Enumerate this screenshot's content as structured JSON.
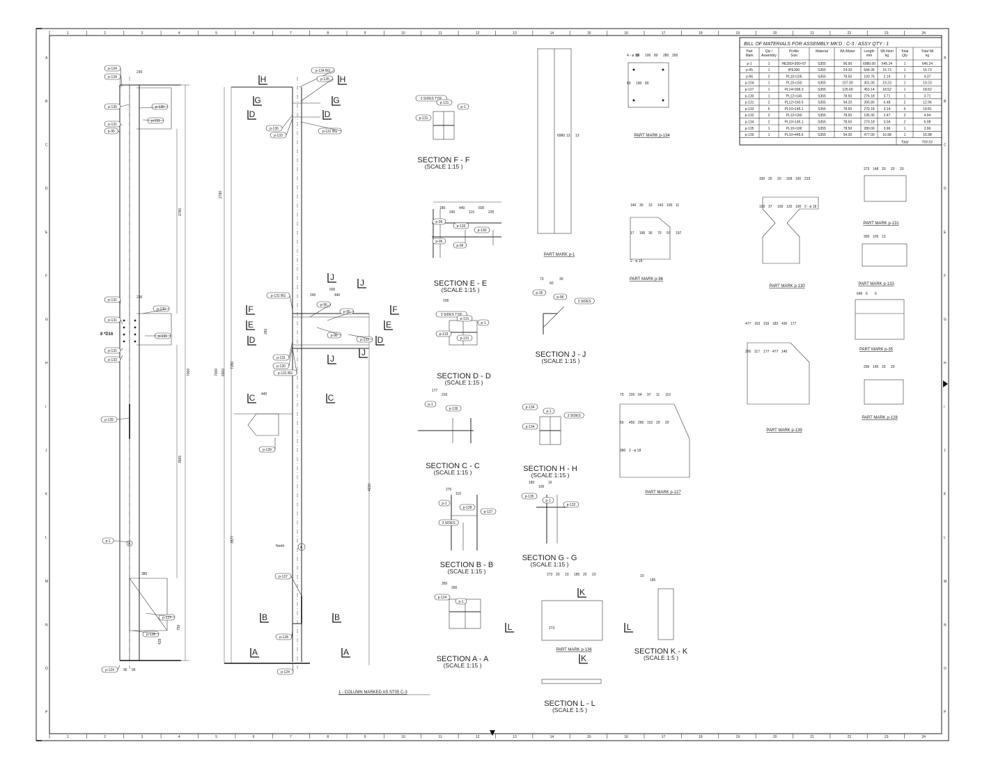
{
  "drawing": {
    "title_note": "1    - COLUMN    MARKED AS ST05 C-3",
    "col_numbers": [
      "1",
      "2",
      "3",
      "4",
      "5",
      "6",
      "7",
      "8",
      "9",
      "10",
      "11",
      "12",
      "13",
      "14",
      "15",
      "16",
      "17",
      "18",
      "19",
      "20",
      "21",
      "22",
      "23",
      "24"
    ],
    "row_letters": [
      "A",
      "B",
      "C",
      "D",
      "E",
      "F",
      "G",
      "H",
      "I",
      "J",
      "K",
      "L",
      "M",
      "N",
      "O",
      "P"
    ]
  },
  "bom": {
    "title": "BILL OF MATERIALS FOR ASSEMBLY MK'D : C-3   :   ASSY QTY : 1",
    "headers": [
      "Part Mark",
      "Qty / Assembly",
      "Profile Size",
      "Material",
      "Wt./Meter",
      "Length mm",
      "Wt./Item kg",
      "Total Qty",
      "Total Wt kg"
    ],
    "rows": [
      [
        "p-1",
        "1",
        "HE350×300×97",
        "S355",
        "96.90",
        "6980.00",
        "645.24",
        "1",
        "645.24"
      ],
      [
        "p-95",
        "1",
        "IPE300",
        "S355",
        "24.30",
        "644.35",
        "15.73",
        "1",
        "15.73"
      ],
      [
        "p-96",
        "2",
        "PL10×105",
        "S355",
        "78.50",
        "100.76",
        "2.19",
        "2",
        "4.37"
      ],
      [
        "p-104",
        "1",
        "PL15×150",
        "S355",
        "157.00",
        "301.00",
        "19.23",
        "1",
        "19.23"
      ],
      [
        "p-127",
        "1",
        "PL14×396.3",
        "S355",
        "125.60",
        "453.14",
        "18.52",
        "1",
        "18.52"
      ],
      [
        "p-130",
        "1",
        "PL12×145",
        "S355",
        "78.50",
        "276.18",
        "3.71",
        "1",
        "3.71"
      ],
      [
        "p-131",
        "2",
        "PL12×160.5",
        "S355",
        "94.20",
        "305.80",
        "6.48",
        "2",
        "12.96"
      ],
      [
        "p-133",
        "6",
        "PL10×145.1",
        "S355",
        "78.50",
        "270.18",
        "3.14",
        "6",
        "18.81"
      ],
      [
        "p-132",
        "2",
        "PL12×160",
        "S355",
        "78.50",
        "195.30",
        "2.47",
        "2",
        "4.94"
      ],
      [
        "p-134",
        "2",
        "PL10×145.1",
        "S355",
        "78.50",
        "270.18",
        "3.04",
        "2",
        "6.08"
      ],
      [
        "p-135",
        "1",
        "PL10×100",
        "S355",
        "78.50",
        "280.00",
        "3.96",
        "1",
        "3.96"
      ],
      [
        "p-139",
        "1",
        "PL10×445.6",
        "S355",
        "54.30",
        "477.00",
        "16.98",
        "1",
        "16.98"
      ]
    ],
    "total_label": "Total",
    "total_value": "769.53"
  },
  "views": {
    "left_elev": {
      "dims": [
        "230",
        "95",
        "2780",
        "7000",
        "3565",
        "236",
        "95",
        "95",
        "429",
        "380",
        "750"
      ],
      "tags": [
        "p-134",
        "p-134",
        "p-135",
        "p-130",
        "p-131",
        "p-131",
        "p-95",
        "p-131",
        "p-130",
        "p-131",
        "p-131",
        "p-133",
        "p-131",
        "p-139",
        "p-1",
        "p-127",
        "p-128",
        "p-124"
      ],
      "bolt_note": "8 *D16"
    },
    "mid_elev": {
      "dims": [
        "2780",
        "7000",
        "6960",
        "7150",
        "3577",
        "4230",
        "445",
        "245",
        "440",
        "600",
        "260"
      ],
      "tags": [
        "p-134 BG",
        "p-135",
        "p-131 BG",
        "p-136",
        "p-133",
        "p-131 BG",
        "p-96",
        "p-95",
        "p-96",
        "p-133",
        "p-131",
        "p-130",
        "p-131 BG",
        "p-139",
        "p-137",
        "p-128",
        "p-124"
      ],
      "north_label": "North",
      "grid_label": "A"
    },
    "sections": [
      {
        "title": "SECTION F - F",
        "scale": "(SCALE 1:15 )",
        "tags": [
          "3 SIDES TYP.",
          "p-131",
          "p-1",
          "p-131"
        ]
      },
      {
        "title": "SECTION E - E",
        "scale": "(SCALE 1:15 )",
        "tags": [
          "p-95",
          "p-133",
          "p-130",
          "p-96",
          "p-96"
        ],
        "dims": [
          "180",
          "245",
          "440",
          "115",
          "600",
          "225"
        ]
      },
      {
        "title": "SECTION D - D",
        "scale": "(SCALE 1:15 )",
        "tags": [
          "3 SIDES TYP.",
          "p-131",
          "p-1",
          "p-133",
          "p-131"
        ],
        "dims": [
          "236"
        ]
      },
      {
        "title": "SECTION C - C",
        "scale": "(SCALE 1:15 )",
        "tags": [
          "p-1",
          "p-139"
        ],
        "dims": [
          "177",
          "310"
        ]
      },
      {
        "title": "SECTION B - B",
        "scale": "(SCALE 1:15 )",
        "tags": [
          "p-1",
          "p-128",
          "p-127",
          "3 SIDES"
        ],
        "dims": [
          "270",
          "110"
        ]
      },
      {
        "title": "SECTION A - A",
        "scale": "(SCALE 1:15 )",
        "tags": [
          "p-124",
          "p-1"
        ],
        "dims": [
          "350",
          "300"
        ]
      },
      {
        "title": "SECTION J - J",
        "scale": "(SCALE 1:15 )",
        "tags": [
          "p-35",
          "p-96",
          "3 SIDES"
        ],
        "dims": [
          "73",
          "60",
          "30"
        ]
      },
      {
        "title": "SECTION H - H",
        "scale": "(SCALE 1:15 )",
        "tags": [
          "p-134",
          "p-1",
          "3 SIDES",
          "p-134"
        ]
      },
      {
        "title": "SECTION G - G",
        "scale": "(SCALE 1:15 )",
        "tags": [
          "p-135",
          "p-1",
          "p-132"
        ],
        "dims": [
          "180",
          "105",
          "16"
        ]
      },
      {
        "title": "SECTION K - K",
        "scale": "(SCALE 1:5 )",
        "dims": [
          "10",
          "185"
        ]
      },
      {
        "title": "SECTION L - L",
        "scale": "(SCALE 1:5 )",
        "dims": [
          "273"
        ]
      }
    ],
    "part_marks": [
      {
        "label": "PART MARK  p-1",
        "dims": [
          "6980",
          "13",
          "13"
        ]
      },
      {
        "label": "PART MARK  p-134",
        "dims": [
          "4 - ø 18",
          "80",
          "100",
          "80",
          "280",
          "250",
          "80",
          "190",
          "80"
        ]
      },
      {
        "label": "PART MARK  p-96",
        "dims": [
          "140",
          "30",
          "10",
          "143",
          "100",
          "11",
          "17",
          "185",
          "30",
          "70",
          "97",
          "197",
          "2 - ø 18"
        ]
      },
      {
        "label": "PART MARK  p-127",
        "dims": [
          "75",
          "226",
          "94",
          "97",
          "11",
          "110",
          "50",
          "455",
          "265",
          "152",
          "20",
          "20",
          "380",
          "2 - ø 18"
        ]
      },
      {
        "label": "PART MARK  p-136",
        "dims": [
          "273",
          "20",
          "23",
          "185",
          "20",
          "23"
        ]
      },
      {
        "label": "PART MARK  p-130",
        "dims": [
          "330",
          "20",
          "20",
          "328",
          "160",
          "233",
          "100",
          "37",
          "100",
          "120",
          "100",
          "2 - ø 18"
        ]
      },
      {
        "label": "PART MARK  p-131",
        "dims": [
          "273",
          "148",
          "20",
          "20",
          "20"
        ]
      },
      {
        "label": "PART MARK  p-133",
        "dims": [
          "300",
          "105",
          "13"
        ]
      },
      {
        "label": "PART MARK  p-35",
        "dims": [
          "646",
          "6",
          "6"
        ]
      },
      {
        "label": "PART MARK  p-139",
        "dims": [
          "477",
          "163",
          "316",
          "183",
          "430",
          "177",
          "266",
          "117",
          "177",
          "477",
          "140"
        ]
      },
      {
        "label": "PART MARK  p-128",
        "dims": [
          "295",
          "145",
          "20",
          "20"
        ]
      }
    ],
    "section_letters": [
      "H",
      "G",
      "D",
      "J",
      "F",
      "E",
      "D",
      "C",
      "B",
      "A",
      "K",
      "L"
    ]
  }
}
